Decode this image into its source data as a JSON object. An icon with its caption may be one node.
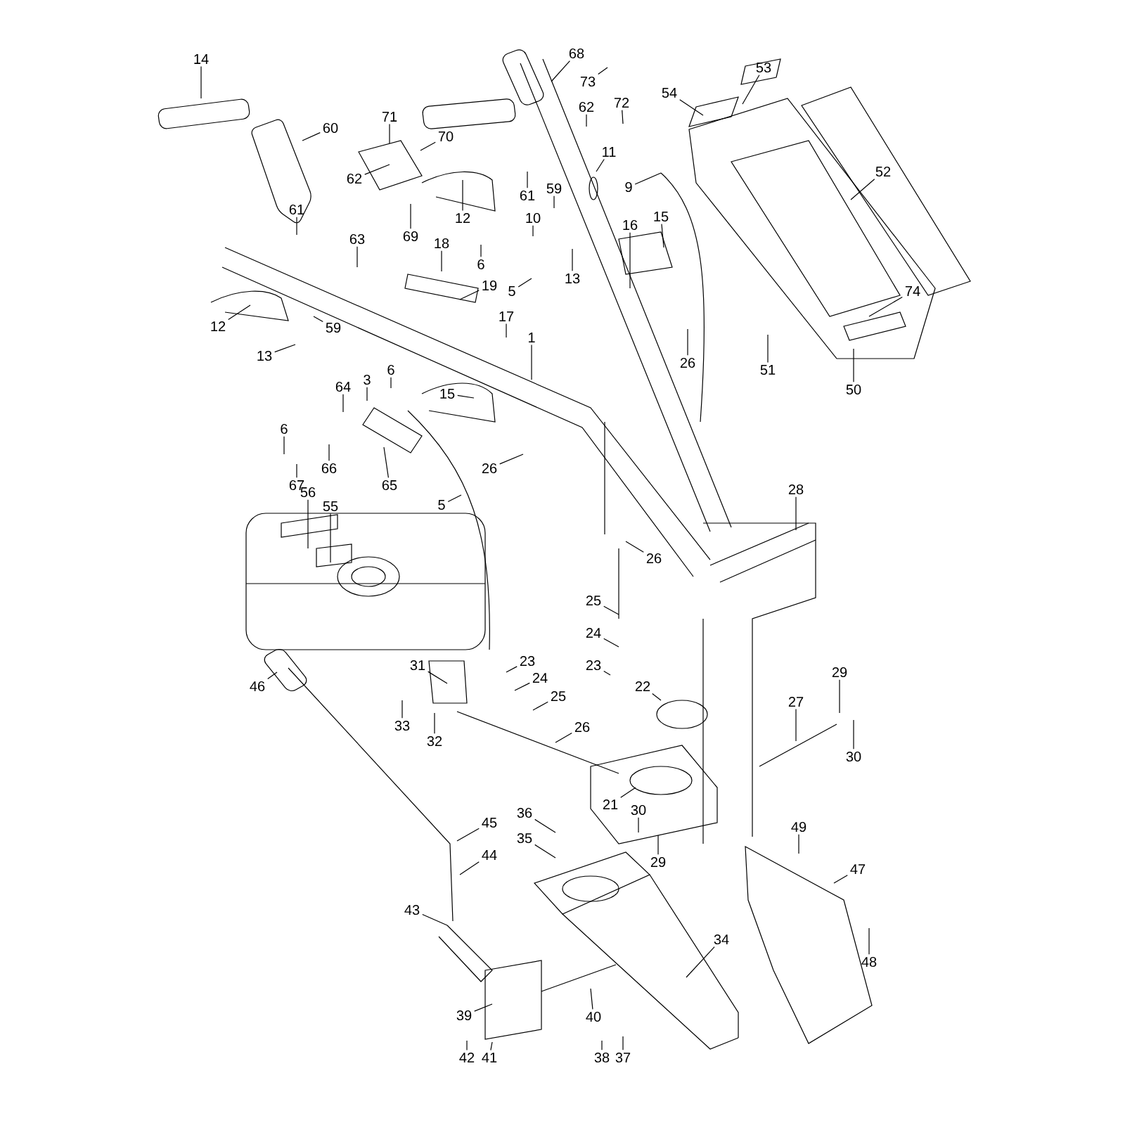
{
  "diagram": {
    "nodes": [
      {
        "text": [
          "14"
        ]
      },
      {
        "text": [
          "68"
        ]
      },
      {
        "text": [
          "73"
        ]
      },
      {
        "text": [
          "54"
        ]
      },
      {
        "text": [
          "53"
        ]
      },
      {
        "text": [
          "60"
        ]
      },
      {
        "text": [
          "71"
        ]
      },
      {
        "text": [
          "70"
        ]
      },
      {
        "text": [
          "62"
        ]
      },
      {
        "text": [
          "69"
        ]
      },
      {
        "text": [
          "61"
        ]
      },
      {
        "text": [
          "63"
        ]
      },
      {
        "text": [
          "12"
        ]
      },
      {
        "text": [
          "18"
        ]
      },
      {
        "text": [
          "6"
        ]
      },
      {
        "text": [
          "19"
        ]
      },
      {
        "text": [
          "5"
        ]
      },
      {
        "text": [
          "12"
        ]
      },
      {
        "text": [
          "59"
        ]
      },
      {
        "text": [
          "13"
        ]
      },
      {
        "text": [
          "17"
        ]
      },
      {
        "text": [
          "6"
        ]
      },
      {
        "text": [
          "3"
        ]
      },
      {
        "text": [
          "64"
        ]
      },
      {
        "text": [
          "15"
        ]
      },
      {
        "text": [
          "6"
        ]
      },
      {
        "text": [
          "67"
        ]
      },
      {
        "text": [
          "66"
        ]
      },
      {
        "text": [
          "65"
        ]
      },
      {
        "text": [
          "26"
        ]
      },
      {
        "text": [
          "5"
        ]
      },
      {
        "text": [
          "56"
        ]
      },
      {
        "text": [
          "55"
        ]
      },
      {
        "text": [
          "46"
        ]
      },
      {
        "text": [
          "31"
        ]
      },
      {
        "text": [
          "23"
        ]
      },
      {
        "text": [
          "24"
        ]
      },
      {
        "text": [
          "25"
        ]
      },
      {
        "text": [
          "26"
        ]
      },
      {
        "text": [
          "33"
        ]
      },
      {
        "text": [
          "32"
        ]
      },
      {
        "text": [
          "25"
        ]
      },
      {
        "text": [
          "24"
        ]
      },
      {
        "text": [
          "23"
        ]
      },
      {
        "text": [
          "62"
        ]
      },
      {
        "text": [
          "72"
        ]
      },
      {
        "text": [
          "11"
        ]
      },
      {
        "text": [
          "61"
        ]
      },
      {
        "text": [
          "9"
        ]
      },
      {
        "text": [
          "59"
        ]
      },
      {
        "text": [
          "10"
        ]
      },
      {
        "text": [
          "13"
        ]
      },
      {
        "text": [
          "16"
        ]
      },
      {
        "text": [
          "15"
        ]
      },
      {
        "text": [
          "52"
        ]
      },
      {
        "text": [
          "26"
        ]
      },
      {
        "text": [
          "51"
        ]
      },
      {
        "text": [
          "74"
        ]
      },
      {
        "text": [
          "50"
        ]
      },
      {
        "text": [
          "1"
        ]
      },
      {
        "text": [
          "28"
        ]
      },
      {
        "text": [
          "26"
        ]
      },
      {
        "text": [
          "22"
        ]
      },
      {
        "text": [
          "27"
        ]
      },
      {
        "text": [
          "29"
        ]
      },
      {
        "text": [
          "30"
        ]
      },
      {
        "text": [
          "21"
        ]
      },
      {
        "text": [
          "30"
        ]
      },
      {
        "text": [
          "29"
        ]
      },
      {
        "text": [
          "49"
        ]
      },
      {
        "text": [
          "47"
        ]
      },
      {
        "text": [
          "45"
        ]
      },
      {
        "text": [
          "44"
        ]
      },
      {
        "text": [
          "43"
        ]
      },
      {
        "text": [
          "36"
        ]
      },
      {
        "text": [
          "35"
        ]
      },
      {
        "text": [
          "39"
        ]
      },
      {
        "text": [
          "40"
        ]
      },
      {
        "text": [
          "42"
        ]
      },
      {
        "text": [
          "41"
        ]
      },
      {
        "text": [
          "34"
        ]
      },
      {
        "text": [
          "48"
        ]
      },
      {
        "text": [
          "38"
        ]
      },
      {
        "text": [
          "37"
        ]
      }
    ],
    "edges": [
      {
        "from": 0,
        "to": null,
        "arrow": "none"
      },
      {
        "from": 1,
        "to": null,
        "arrow": "none"
      },
      {
        "from": 2,
        "to": null,
        "arrow": "none"
      },
      {
        "from": 3,
        "to": null,
        "arrow": "none"
      },
      {
        "from": 4,
        "to": null,
        "arrow": "none"
      },
      {
        "from": 5,
        "to": null,
        "arrow": "none"
      },
      {
        "from": 6,
        "to": null,
        "arrow": "none"
      },
      {
        "from": 7,
        "to": null,
        "arrow": "none"
      },
      {
        "from": 8,
        "to": null,
        "arrow": "none"
      },
      {
        "from": 9,
        "to": null,
        "arrow": "none"
      },
      {
        "from": 10,
        "to": null,
        "arrow": "none"
      },
      {
        "from": 11,
        "to": null,
        "arrow": "none"
      },
      {
        "from": 12,
        "to": null,
        "arrow": "none"
      },
      {
        "from": 13,
        "to": null,
        "arrow": "none"
      },
      {
        "from": 14,
        "to": null,
        "arrow": "none"
      },
      {
        "from": 15,
        "to": null,
        "arrow": "none"
      },
      {
        "from": 16,
        "to": null,
        "arrow": "none"
      },
      {
        "from": 17,
        "to": null,
        "arrow": "none"
      },
      {
        "from": 18,
        "to": null,
        "arrow": "none"
      },
      {
        "from": 19,
        "to": null,
        "arrow": "none"
      },
      {
        "from": 20,
        "to": null,
        "arrow": "none"
      },
      {
        "from": 21,
        "to": null,
        "arrow": "none"
      },
      {
        "from": 22,
        "to": null,
        "arrow": "none"
      },
      {
        "from": 23,
        "to": null,
        "arrow": "none"
      },
      {
        "from": 24,
        "to": null,
        "arrow": "none"
      },
      {
        "from": 25,
        "to": null,
        "arrow": "none"
      },
      {
        "from": 26,
        "to": null,
        "arrow": "none"
      },
      {
        "from": 27,
        "to": null,
        "arrow": "none"
      },
      {
        "from": 28,
        "to": null,
        "arrow": "none"
      },
      {
        "from": 29,
        "to": null,
        "arrow": "none"
      },
      {
        "from": 30,
        "to": null,
        "arrow": "none"
      },
      {
        "from": 31,
        "to": null,
        "arrow": "none"
      },
      {
        "from": 32,
        "to": null,
        "arrow": "none"
      },
      {
        "from": 33,
        "to": null,
        "arrow": "none"
      },
      {
        "from": 34,
        "to": null,
        "arrow": "none"
      },
      {
        "from": 35,
        "to": null,
        "arrow": "none"
      },
      {
        "from": 36,
        "to": null,
        "arrow": "none"
      },
      {
        "from": 37,
        "to": null,
        "arrow": "none"
      },
      {
        "from": 38,
        "to": null,
        "arrow": "none"
      },
      {
        "from": 39,
        "to": null,
        "arrow": "none"
      },
      {
        "from": 40,
        "to": null,
        "arrow": "none"
      },
      {
        "from": 41,
        "to": null,
        "arrow": "none"
      },
      {
        "from": 42,
        "to": null,
        "arrow": "none"
      },
      {
        "from": 43,
        "to": null,
        "arrow": "none"
      },
      {
        "from": 44,
        "to": null,
        "arrow": "none"
      },
      {
        "from": 45,
        "to": null,
        "arrow": "none"
      },
      {
        "from": 46,
        "to": null,
        "arrow": "none"
      },
      {
        "from": 47,
        "to": null,
        "arrow": "none"
      },
      {
        "from": 48,
        "to": null,
        "arrow": "none"
      },
      {
        "from": 49,
        "to": null,
        "arrow": "none"
      },
      {
        "from": 50,
        "to": null,
        "arrow": "none"
      },
      {
        "from": 51,
        "to": null,
        "arrow": "none"
      },
      {
        "from": 52,
        "to": null,
        "arrow": "none"
      },
      {
        "from": 53,
        "to": null,
        "arrow": "none"
      },
      {
        "from": 54,
        "to": null,
        "arrow": "none"
      },
      {
        "from": 55,
        "to": null,
        "arrow": "none"
      },
      {
        "from": 56,
        "to": null,
        "arrow": "none"
      },
      {
        "from": 57,
        "to": null,
        "arrow": "none"
      },
      {
        "from": 58,
        "to": null,
        "arrow": "none"
      },
      {
        "from": 59,
        "to": null,
        "arrow": "none"
      },
      {
        "from": 60,
        "to": null,
        "arrow": "none"
      },
      {
        "from": 61,
        "to": null,
        "arrow": "none"
      },
      {
        "from": 62,
        "to": null,
        "arrow": "none"
      },
      {
        "from": 63,
        "to": null,
        "arrow": "none"
      },
      {
        "from": 64,
        "to": null,
        "arrow": "none"
      },
      {
        "from": 65,
        "to": null,
        "arrow": "none"
      },
      {
        "from": 66,
        "to": null,
        "arrow": "none"
      },
      {
        "from": 67,
        "to": null,
        "arrow": "none"
      },
      {
        "from": 68,
        "to": null,
        "arrow": "none"
      },
      {
        "from": 69,
        "to": null,
        "arrow": "none"
      },
      {
        "from": 70,
        "to": null,
        "arrow": "none"
      },
      {
        "from": 71,
        "to": null,
        "arrow": "none"
      },
      {
        "from": 72,
        "to": null,
        "arrow": "none"
      },
      {
        "from": 73,
        "to": null,
        "arrow": "none"
      },
      {
        "from": 74,
        "to": null,
        "arrow": "none"
      },
      {
        "from": 75,
        "to": null,
        "arrow": "none"
      },
      {
        "from": 76,
        "to": null,
        "arrow": "none"
      },
      {
        "from": 77,
        "to": null,
        "arrow": "none"
      },
      {
        "from": 78,
        "to": null,
        "arrow": "none"
      },
      {
        "from": 79,
        "to": null,
        "arrow": "none"
      },
      {
        "from": 80,
        "to": null,
        "arrow": "none"
      },
      {
        "from": 81,
        "to": null,
        "arrow": "none"
      },
      {
        "from": 82,
        "to": null,
        "arrow": "none"
      },
      {
        "from": 83,
        "to": null,
        "arrow": "none"
      }
    ]
  }
}
